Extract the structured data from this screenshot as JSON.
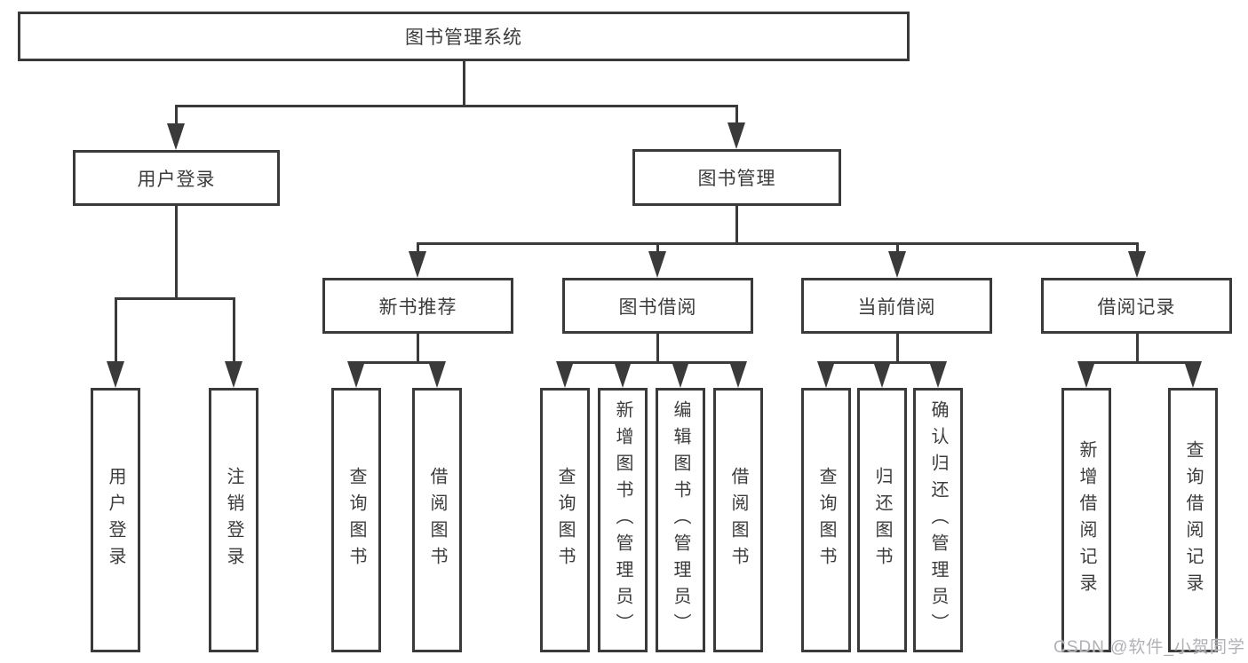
{
  "diagram": {
    "root": {
      "label": "图书管理系统"
    },
    "level2": [
      {
        "label": "用户登录"
      },
      {
        "label": "图书管理"
      }
    ],
    "level3": [
      {
        "label": "新书推荐"
      },
      {
        "label": "图书借阅"
      },
      {
        "label": "当前借阅"
      },
      {
        "label": "借阅记录"
      }
    ],
    "leaves": [
      {
        "label": "用户登录"
      },
      {
        "label": "注销登录"
      },
      {
        "label": "查询图书"
      },
      {
        "label": "借阅图书"
      },
      {
        "label": "查询图书"
      },
      {
        "label": "新增图书（管理员）"
      },
      {
        "label": "编辑图书（管理员）"
      },
      {
        "label": "借阅图书"
      },
      {
        "label": "查询图书"
      },
      {
        "label": "归还图书"
      },
      {
        "label": "确认归还（管理员）"
      },
      {
        "label": "新增借阅记录"
      },
      {
        "label": "查询借阅记录"
      }
    ]
  },
  "watermark": {
    "text": "CSDN @软件_小贺同学"
  },
  "colors": {
    "line": "#3a3a3a",
    "text": "#3c3c3c",
    "background": "#ffffff",
    "watermark": "#b1b1b6"
  }
}
